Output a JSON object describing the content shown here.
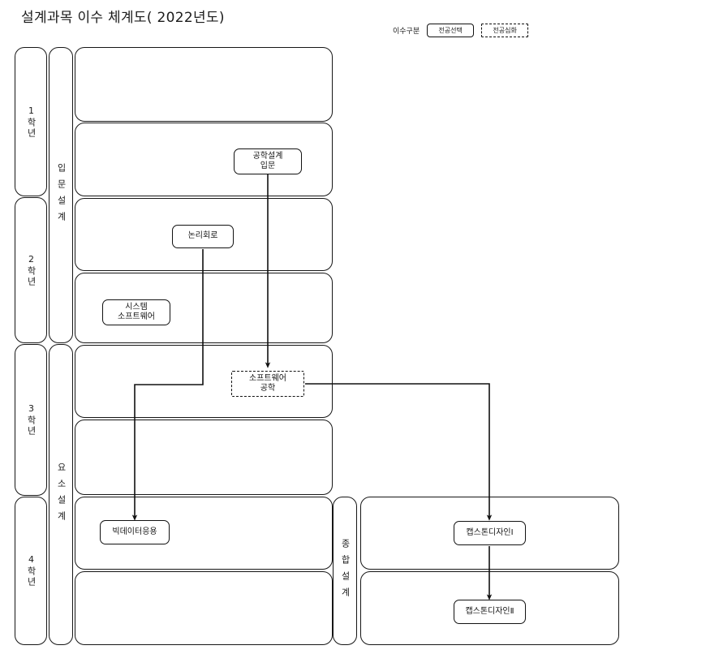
{
  "title": "설계과목 이수 체계도( 2022년도)",
  "legend": {
    "label": "이수구분",
    "items": [
      {
        "name": "major-select",
        "text": "전공선택",
        "style": "solid"
      },
      {
        "name": "major-deep",
        "text": "전공심화",
        "style": "dashed"
      }
    ]
  },
  "year_column": {
    "items": [
      {
        "label": "1학년"
      },
      {
        "label": "2학년"
      },
      {
        "label": "3학년"
      },
      {
        "label": "4학년"
      }
    ]
  },
  "stage_column": {
    "items": [
      {
        "label": "입문설계"
      },
      {
        "label": "요소설계"
      },
      {
        "label": "종합설계"
      }
    ]
  },
  "courses": [
    {
      "id": "eng-design-intro",
      "text": "공학설계\n입문",
      "line1": "공학설계",
      "line2": "입문",
      "type": "major-select"
    },
    {
      "id": "logic-circuit",
      "text": "논리회로",
      "line1": "논리회로",
      "line2": "",
      "type": "major-select"
    },
    {
      "id": "system-software",
      "text": "시스템\n소프트웨어",
      "line1": "시스템",
      "line2": "소프트웨어",
      "type": "major-select"
    },
    {
      "id": "software-engineering",
      "text": "소프트웨어\n공학",
      "line1": "소프트웨어",
      "line2": "공학",
      "type": "major-deep"
    },
    {
      "id": "bigdata-application",
      "text": "빅데이터응용",
      "line1": "빅데이터응용",
      "line2": "",
      "type": "major-select"
    },
    {
      "id": "capstone-design-1",
      "text": "캡스톤디자인Ⅰ",
      "line1": "캡스톤디자인Ⅰ",
      "line2": "",
      "type": "major-select"
    },
    {
      "id": "capstone-design-2",
      "text": "캡스톤디자인Ⅱ",
      "line1": "캡스톤디자인Ⅱ",
      "line2": "",
      "type": "major-select"
    }
  ],
  "edges": [
    {
      "from": "eng-design-intro",
      "to": "software-engineering"
    },
    {
      "from": "logic-circuit",
      "to": "bigdata-application"
    },
    {
      "from": "software-engineering",
      "to": "capstone-design-1"
    },
    {
      "from": "capstone-design-1",
      "to": "capstone-design-2"
    }
  ],
  "colors": {
    "stroke": "#161616",
    "text": "#1b1b1b",
    "background": "#ffffff"
  }
}
